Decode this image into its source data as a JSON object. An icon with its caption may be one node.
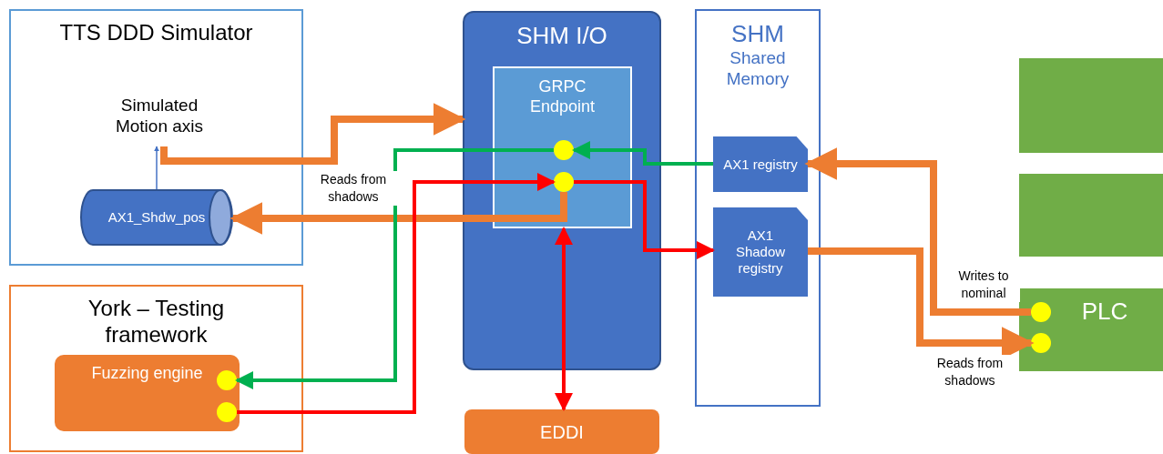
{
  "diagram": {
    "nodes": [
      {
        "text": [
          "TTS DDD Simulator"
        ]
      },
      {
        "text": [
          "Simulated Motion axis"
        ],
        "in": 0
      },
      {
        "text": [
          "AX1_Shdw_pos"
        ],
        "in": 0
      },
      {
        "text": [
          "York – Testing framework"
        ]
      },
      {
        "text": [
          "Fuzzing engine"
        ],
        "in": 3
      },
      {
        "text": [],
        "shape": "circle",
        "in": 4
      },
      {
        "text": [],
        "shape": "circle",
        "in": 4
      },
      {
        "text": [
          "SHM I/O"
        ]
      },
      {
        "text": [
          "GRPC Endpoint"
        ],
        "in": 7
      },
      {
        "text": [],
        "shape": "circle",
        "in": 8
      },
      {
        "text": [],
        "shape": "circle",
        "in": 8
      },
      {
        "text": [
          "SHM",
          "Shared Memory"
        ]
      },
      {
        "text": [
          "AX1 registry"
        ],
        "in": 11
      },
      {
        "text": [
          "AX1 Shadow registry"
        ],
        "in": 11
      },
      {
        "text": [],
        "shape": "box"
      },
      {
        "text": [],
        "shape": "box"
      },
      {
        "text": [
          "PLC"
        ]
      },
      {
        "text": [],
        "shape": "circle",
        "in": 16
      },
      {
        "text": [],
        "shape": "circle",
        "in": 16
      },
      {
        "text": [
          "EDDI"
        ]
      }
    ],
    "edges": [
      {
        "from": 2,
        "to": 1,
        "arrow": "to",
        "color": "#4472c4"
      },
      {
        "from": 1,
        "to": 7,
        "arrow": "to",
        "style": "thick"
      },
      {
        "from": 10,
        "to": 2,
        "arrow": "to",
        "style": "thick",
        "label": "Reads from shadows"
      },
      {
        "from": 12,
        "to": 9,
        "arrow": "to",
        "color": "#00b050"
      },
      {
        "from": 9,
        "to": 5,
        "arrow": "to",
        "color": "#00b050"
      },
      {
        "from": 6,
        "to": 10,
        "arrow": "to",
        "color": "#ff0000"
      },
      {
        "from": 10,
        "to": 13,
        "arrow": "to",
        "color": "#ff0000"
      },
      {
        "from": 8,
        "to": 19,
        "arrow": "both",
        "color": "#ff0000"
      },
      {
        "from": 17,
        "to": 12,
        "arrow": "to",
        "style": "thick",
        "label": "Writes to nominal"
      },
      {
        "from": 13,
        "to": 18,
        "arrow": "to",
        "style": "thick",
        "label": "Reads from shadows"
      }
    ]
  }
}
